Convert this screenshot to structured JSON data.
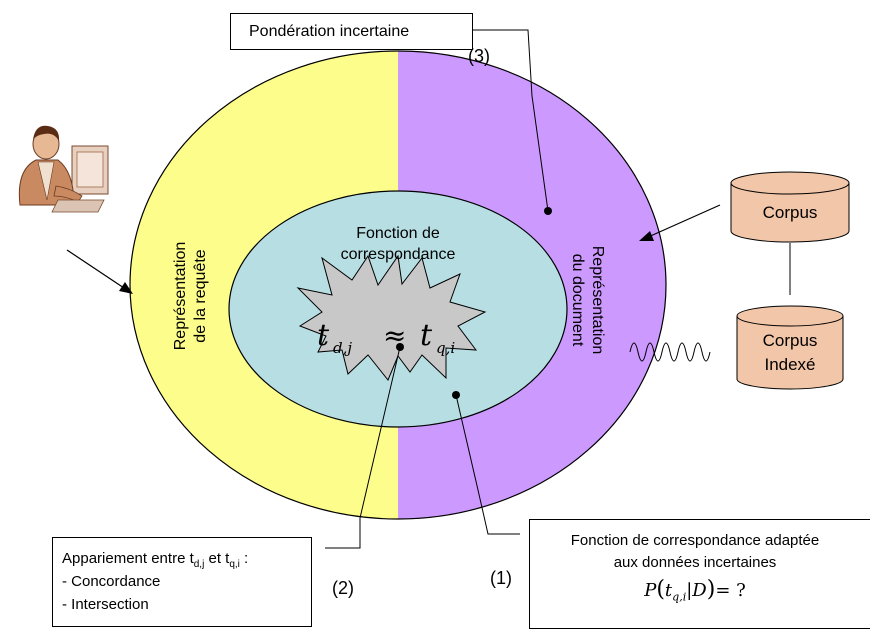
{
  "colors": {
    "query_side": "#fdfd8c",
    "document_side": "#cc99ff",
    "inner": "#b7dfe3",
    "star": "#c8c8c8",
    "cylinder": "#f2c6a8"
  },
  "ponderation_box": {
    "label": "Pondération incertaine"
  },
  "callout_numbers": {
    "three": "(3)",
    "two": "(2)",
    "one": "(1)"
  },
  "query_representation": {
    "line1": "Représentation",
    "line2": "de la requête"
  },
  "document_representation": {
    "line1": "Représentation",
    "line2": "du document"
  },
  "matching_function": {
    "line1": "Fonction de",
    "line2": "correspondance"
  },
  "formula": {
    "left": "t",
    "left_sub": "d,j",
    "approx": "≈",
    "right": "t",
    "right_sub": "q,i"
  },
  "corpus": {
    "label": "Corpus"
  },
  "indexed_corpus": {
    "line1": "Corpus",
    "line2": "Indexé"
  },
  "pairing_box": {
    "title_prefix": "Appariement entre t",
    "sub1": "d,j",
    "middle": " et t",
    "sub2": "q,i",
    "suffix": " :",
    "items": [
      "- Concordance",
      "- Intersection"
    ]
  },
  "adapted_box": {
    "line1": "Fonction de correspondance adaptée",
    "line2": "aux données incertaines",
    "formula_p": "P",
    "formula_t": "t",
    "formula_sub": "q,i",
    "formula_d": "D",
    "formula_tail": "= ?"
  },
  "icons": {
    "user": "person-at-computer-icon"
  }
}
